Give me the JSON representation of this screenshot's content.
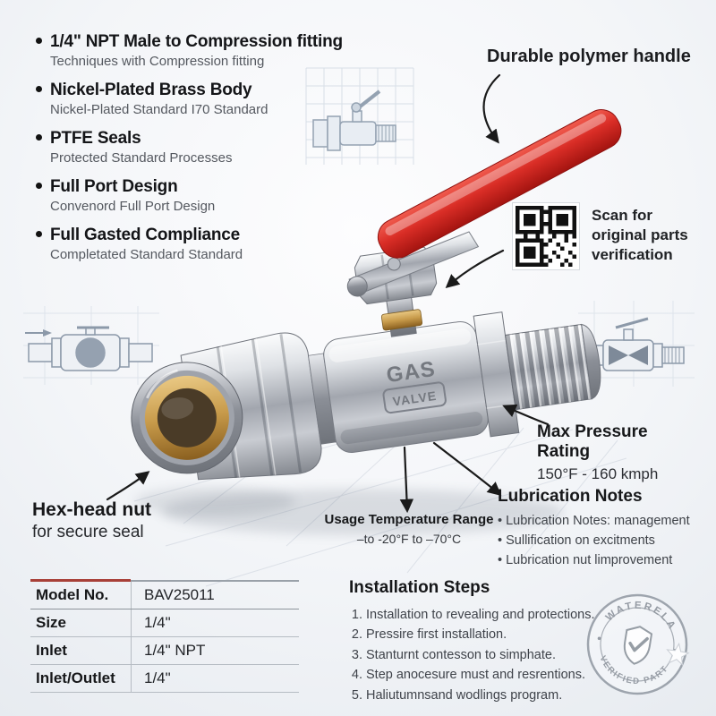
{
  "colors": {
    "accent_red": "#d32b24",
    "brass": "#b9893d",
    "blueprint": "#93a1b0"
  },
  "features": [
    {
      "title": "1/4\" NPT Male to Compression fitting",
      "subtitle": "Techniques with Compression fitting"
    },
    {
      "title": "Nickel-Plated Brass Body",
      "subtitle": "Nickel-Plated Standard I70 Standard"
    },
    {
      "title": "PTFE Seals",
      "subtitle": "Protected Standard Processes"
    },
    {
      "title": "Full Port Design",
      "subtitle": "Convenord Full Port Design"
    },
    {
      "title": "Full Gasted Compliance",
      "subtitle": "Completated Standard Standard"
    }
  ],
  "handle_callout": {
    "text": "Durable polymer handle"
  },
  "qr_callout": {
    "line1": "Scan for",
    "line2": "original parts",
    "line3": "verification"
  },
  "max_pressure": {
    "title": "Max Pressure Rating",
    "value": "150°F - 160 kmph"
  },
  "lubrication": {
    "title": "Lubrication Notes",
    "items": [
      "Lubrication Notes: management",
      "Sullification on excitments",
      "Lubrication nut limprovement"
    ]
  },
  "hex_note": {
    "line1": "Hex-head nut",
    "line2": "for secure seal"
  },
  "temp_note": {
    "title": "Usage Temperature Range",
    "value": "–to -20°F to –70°C"
  },
  "valve": {
    "label_line1": "GAS",
    "label_line2": "VALVE"
  },
  "spec_table": {
    "rows": [
      {
        "label": "Model No.",
        "value": "BAV25011"
      },
      {
        "label": "Size",
        "value": "1/4\""
      },
      {
        "label": "Inlet",
        "value": "1/4\" NPT"
      },
      {
        "label": "Inlet/Outlet",
        "value": "1/4\""
      }
    ]
  },
  "installation": {
    "title": "Installation Steps",
    "steps": [
      "Installation to revealing and protections.",
      "Pressire first installation.",
      "Stanturnt contesson to simphate.",
      "Step anocesure must and resrentions.",
      "Haliutumnsand wodlings program."
    ]
  },
  "badge": {
    "arc_top": "WATERELA",
    "arc_bottom": "VERIFIED PART"
  }
}
